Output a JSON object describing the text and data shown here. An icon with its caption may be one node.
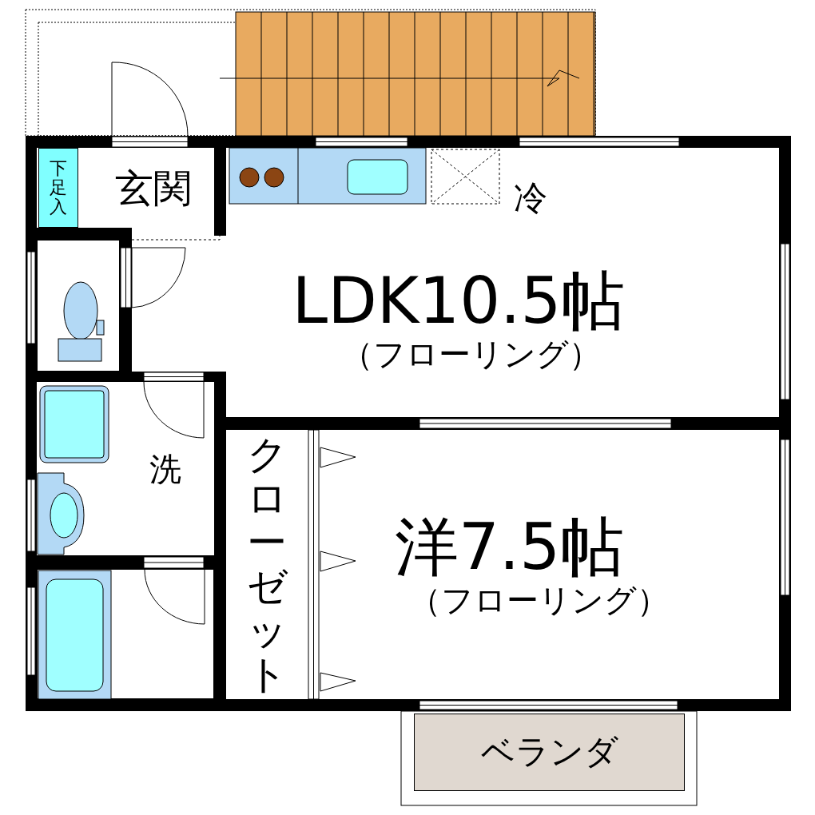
{
  "diagram": {
    "nodes": [
      {
        "text": [
          "玄関"
        ]
      },
      {
        "text": [
          "下足入"
        ],
        "in": 0
      },
      {
        "text": [
          "LDK10.5帖",
          "（フローリング）"
        ]
      },
      {
        "text": [],
        "shape": "box"
      },
      {
        "text": [
          "洗"
        ]
      },
      {
        "text": [],
        "shape": "box"
      },
      {
        "text": [
          "クローゼット"
        ]
      },
      {
        "text": [
          "洋7.5帖",
          "（フローリング）"
        ]
      },
      {
        "text": [
          "ベランダ"
        ]
      }
    ],
    "labels": [
      "冷"
    ]
  }
}
